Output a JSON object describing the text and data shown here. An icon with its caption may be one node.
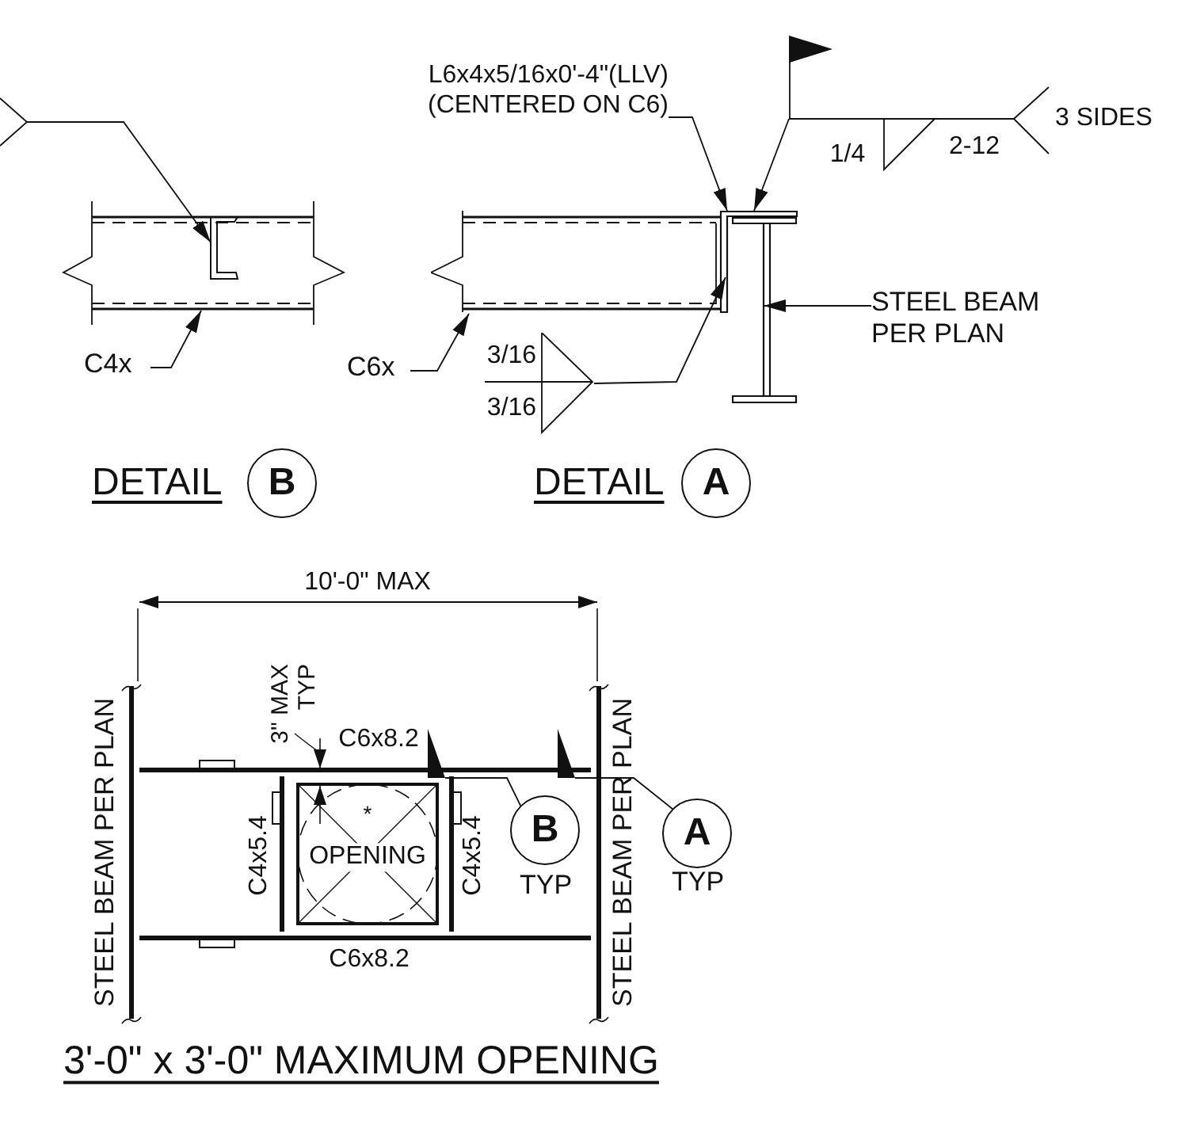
{
  "diagram": {
    "nodes": [
      {
        "text": [],
        "shape": "triangle"
      },
      {
        "text": [
          "L6x4x5/16x0'-4\"(LLV) (CENTERED ON C6)"
        ]
      },
      {
        "text": [
          "1/4",
          "2-12",
          "3 SIDES"
        ]
      },
      {
        "text": [
          "C4x"
        ]
      },
      {
        "text": [
          "C6x"
        ]
      },
      {
        "text": [
          "3/16",
          "3/16"
        ]
      },
      {
        "text": [
          "STEEL BEAM PER PLAN"
        ]
      },
      {
        "text": [
          "B"
        ],
        "beside": [
          "DETAIL"
        ]
      },
      {
        "text": [
          "A"
        ],
        "beside": [
          "DETAIL"
        ]
      },
      {
        "text": [
          "B"
        ],
        "beside": [
          "TYP"
        ]
      },
      {
        "text": [
          "A"
        ],
        "beside": [
          "TYP"
        ]
      },
      {
        "text": [],
        "shape": "flag"
      },
      {
        "text": [],
        "shape": "flag"
      },
      {
        "text": [],
        "shape": "picture"
      },
      {
        "text": [],
        "shape": "beam"
      }
    ],
    "edges": [
      {
        "from": 0,
        "to": null,
        "arrow": "to"
      },
      {
        "from": 3,
        "to": null,
        "arrow": "to"
      },
      {
        "from": 4,
        "to": 13,
        "arrow": "to"
      },
      {
        "from": 5,
        "to": 13,
        "arrow": "to"
      },
      {
        "from": 1,
        "to": 13,
        "arrow": "to"
      },
      {
        "from": 2,
        "to": 13,
        "arrow": "to"
      },
      {
        "from": 6,
        "to": 14,
        "arrow": "to"
      },
      {
        "from": 9,
        "to": 11,
        "arrow": "none"
      },
      {
        "from": 10,
        "to": 12,
        "arrow": "none"
      }
    ],
    "labels": [
      "10'-0\" MAX",
      "3\" MAX TYP",
      "C6x8.2",
      "STEEL BEAM PER PLAN",
      "STEEL BEAM PER PLAN",
      "*",
      "C4x5.4",
      "OPENING",
      "C4x5.4",
      "C6x8.2",
      "3'-0\" x 3'-0\" MAXIMUM OPENING"
    ]
  }
}
